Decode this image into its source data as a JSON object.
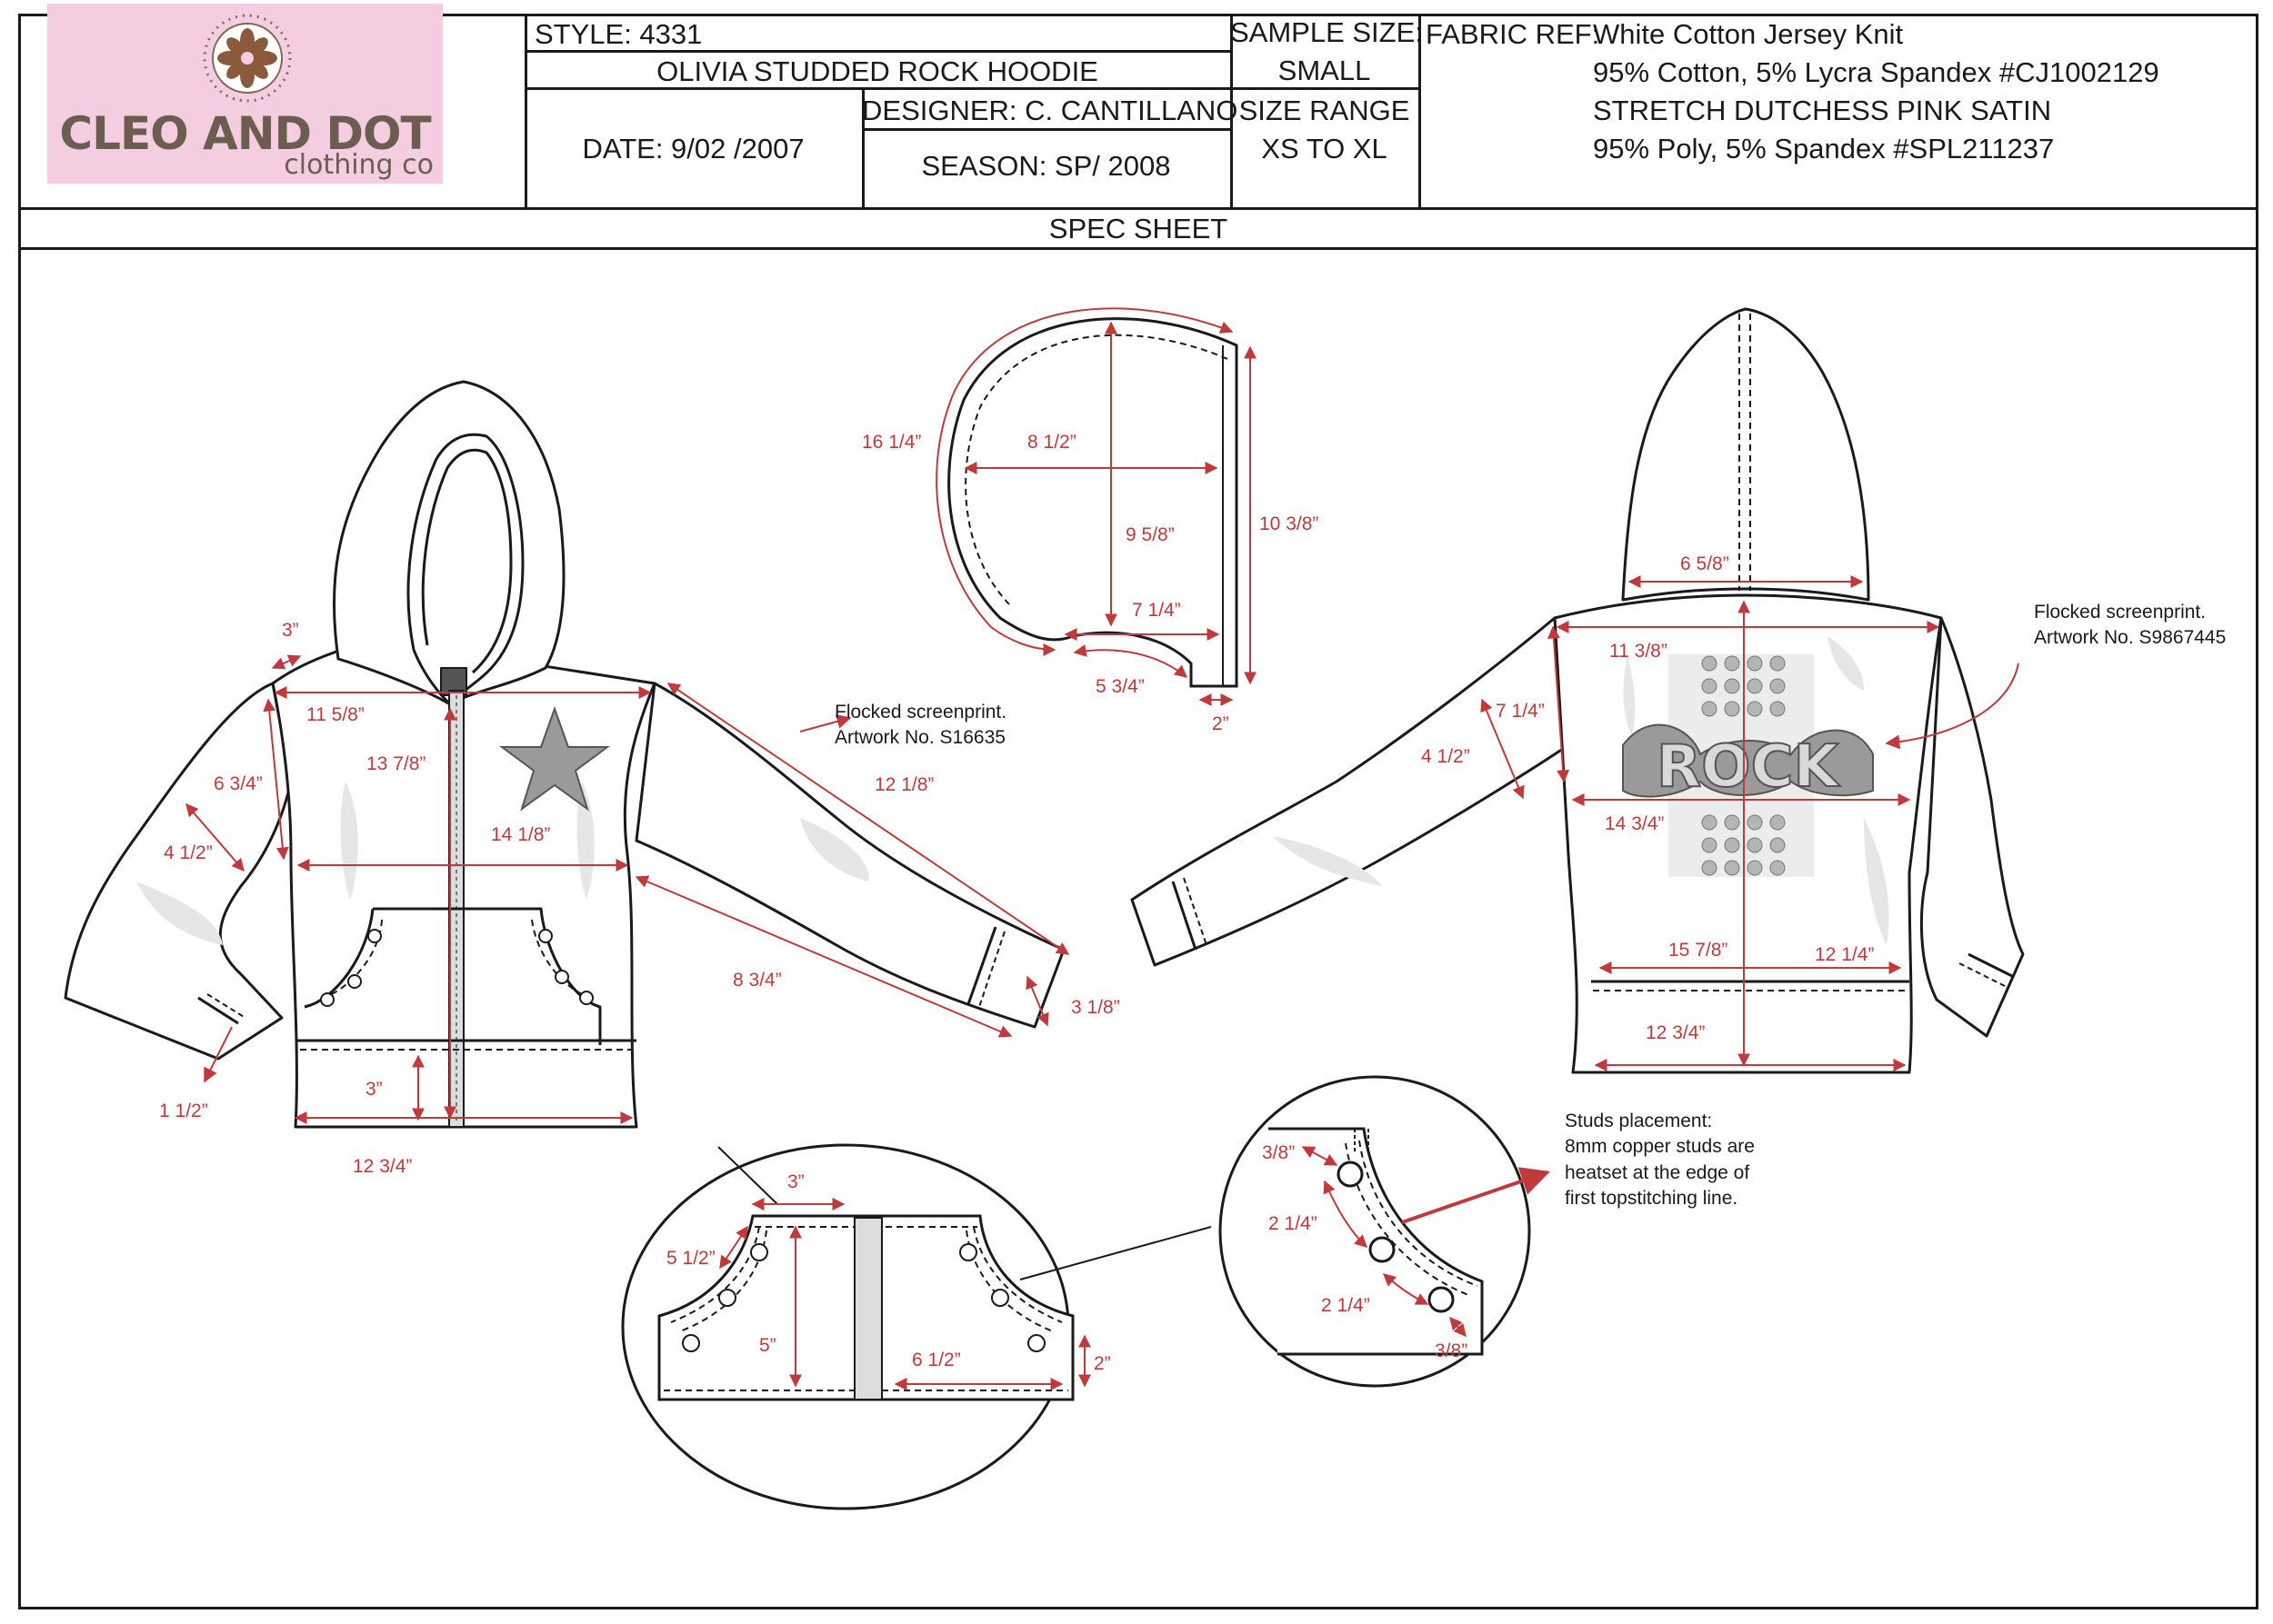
{
  "logo": {
    "brand": "CLEO AND DOT",
    "tagline": "clothing co",
    "icon": "flower-icon"
  },
  "header": {
    "style": "STYLE: 4331",
    "name": "OLIVIA STUDDED ROCK HOODIE",
    "date": "DATE: 9/02 /2007",
    "designer": "DESIGNER: C. CANTILLANO",
    "season": "SEASON: SP/ 2008",
    "sample_size_label": "SAMPLE SIZE:",
    "sample_size": "SMALL",
    "size_range_label": "SIZE RANGE",
    "size_range": "XS TO XL",
    "fabric_label": "FABRIC REF:",
    "fabric_lines": [
      "White Cotton Jersey Knit",
      "95% Cotton, 5% Lycra Spandex #CJ1002129",
      "STRETCH DUTCHESS PINK SATIN",
      "95% Poly, 5% Spandex #SPL211237"
    ]
  },
  "section_title": "SPEC SHEET",
  "front": {
    "artwork_note": [
      "Flocked screenprint.",
      "Artwork No. S16635"
    ],
    "dims": {
      "hood_edge": "3”",
      "shoulder": "11 5/8”",
      "neck_drop": "13 7/8”",
      "armhole": "6 3/4”",
      "arm_depth": "4 1/2”",
      "chest": "14 1/8”",
      "sleeve": "12 1/8”",
      "underarm": "8 3/4”",
      "cuff_width": "3 1/8”",
      "cuff_left": "1 1/2”",
      "waistband": "3”",
      "hem": "12 3/4”"
    }
  },
  "hood": {
    "dims": {
      "outer_curve": "16 1/4”",
      "width": "8 1/2”",
      "height": "9 5/8”",
      "front_height": "10 3/8”",
      "base": "7 1/4”",
      "neck_curve": "5 3/4”",
      "band": "2”"
    }
  },
  "back": {
    "artwork_note": [
      "Flocked screenprint.",
      "Artwork No. S9867445"
    ],
    "graphic_text": "ROCK",
    "dims": {
      "hood_width": "6 5/8”",
      "shoulder": "11 3/8”",
      "armhole": "7 1/4”",
      "arm_depth": "4 1/2”",
      "chest": "14 3/4”",
      "length": "15 7/8”",
      "waist": "12 1/4”",
      "hem": "12 3/4”"
    }
  },
  "pocket_detail": {
    "dims": {
      "top": "3”",
      "slant": "5 1/2”",
      "height": "5”",
      "width": "6 1/2”",
      "side": "2”"
    }
  },
  "studs_detail": {
    "note": [
      "Studs placement:",
      "8mm copper studs are",
      "heatset at the edge of",
      "first topstitching line."
    ],
    "dims": {
      "top_offset": "3/8”",
      "spacing_1": "2 1/4”",
      "spacing_2": "2 1/4”",
      "bottom_offset": "3/8”"
    }
  },
  "colors": {
    "line": "#1a1a1a",
    "dimension": "#c0393b",
    "logo_bg": "#f5cde0",
    "logo_text": "#6b5e50",
    "shading": "#e6e6e6"
  }
}
